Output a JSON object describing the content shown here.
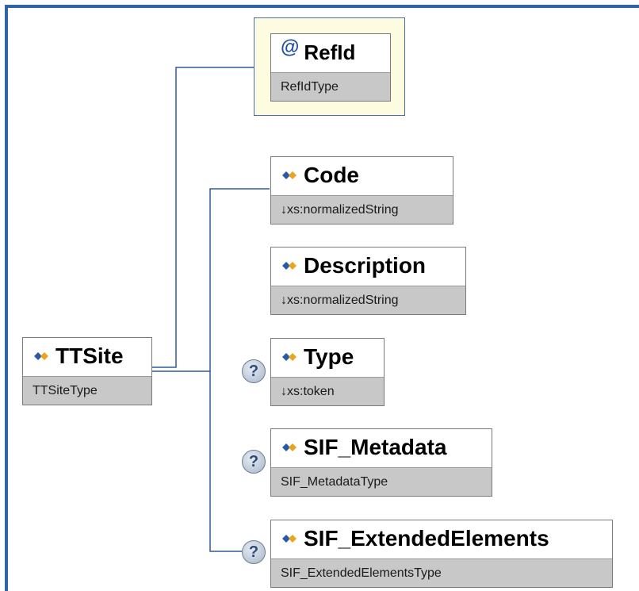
{
  "colors": {
    "frame": "#2e63a8",
    "connector": "#2e5a9a",
    "attr_background": "#fdfbe0",
    "type_band": "#c8c8c8"
  },
  "root": {
    "name": "TTSite",
    "type": "TTSiteType",
    "icon": "element-icon"
  },
  "attribute": {
    "symbol": "@",
    "name": "RefId",
    "type": "RefIdType"
  },
  "children": [
    {
      "name": "Code",
      "type": "↓xs:normalizedString",
      "optional": false,
      "icon": "element-icon"
    },
    {
      "name": "Description",
      "type": "↓xs:normalizedString",
      "optional": false,
      "icon": "element-icon"
    },
    {
      "name": "Type",
      "type": "↓xs:token",
      "optional": true,
      "optional_symbol": "?",
      "icon": "element-icon"
    },
    {
      "name": "SIF_Metadata",
      "type": "SIF_MetadataType",
      "optional": true,
      "optional_symbol": "?",
      "icon": "element-icon"
    },
    {
      "name": "SIF_ExtendedElements",
      "type": "SIF_ExtendedElementsType",
      "optional": true,
      "optional_symbol": "?",
      "icon": "element-icon"
    }
  ]
}
